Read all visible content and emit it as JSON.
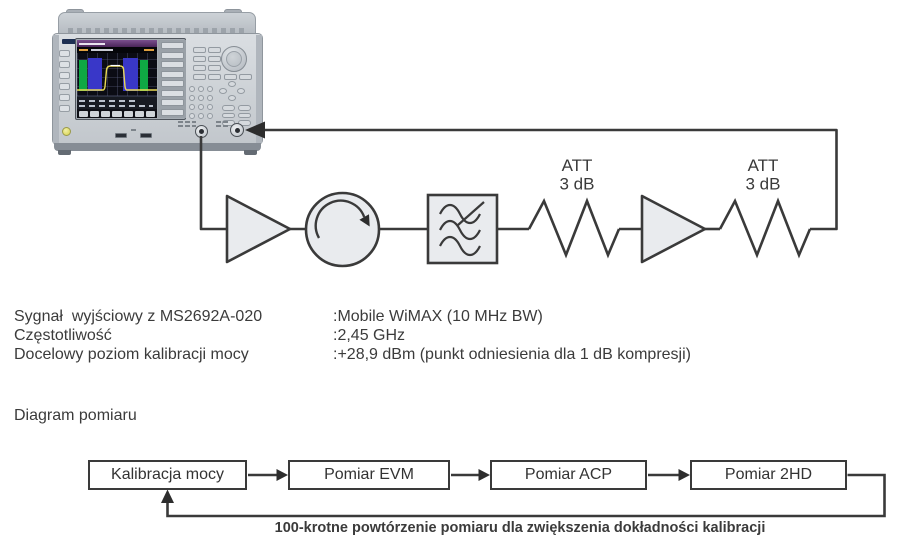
{
  "palette": {
    "wire": "#3a3a3a",
    "symbol_fill": "#e9ebee",
    "instrument_body": "#c9ced3",
    "screen_green": "#0fa844",
    "screen_blue": "#3937c8",
    "screen_trace_yellow": "#e9da55",
    "screen_header_purple": "#6b3f7d"
  },
  "rf_chain": {
    "attenuators": [
      {
        "line1": "ATT",
        "line2": "3 dB"
      },
      {
        "line1": "ATT",
        "line2": "3 dB"
      }
    ]
  },
  "specs": {
    "rows": [
      {
        "label": "Sygnał  wyjściowy z MS2692A-020",
        "value": ":Mobile WiMAX (10 MHz BW)"
      },
      {
        "label": "Częstotliwość",
        "value": ":2,45 GHz"
      },
      {
        "label": "Docelowy poziom kalibracji mocy",
        "value": ":+28,9 dBm (punkt odniesienia dla 1 dB kompresji)"
      }
    ]
  },
  "flow": {
    "title": "Diagram pomiaru",
    "steps": [
      "Kalibracja mocy",
      "Pomiar EVM",
      "Pomiar ACP",
      "Pomiar 2HD"
    ],
    "loop_label": "100-krotne powtórzenie pomiaru dla zwiększenia dokładności kalibracji"
  }
}
